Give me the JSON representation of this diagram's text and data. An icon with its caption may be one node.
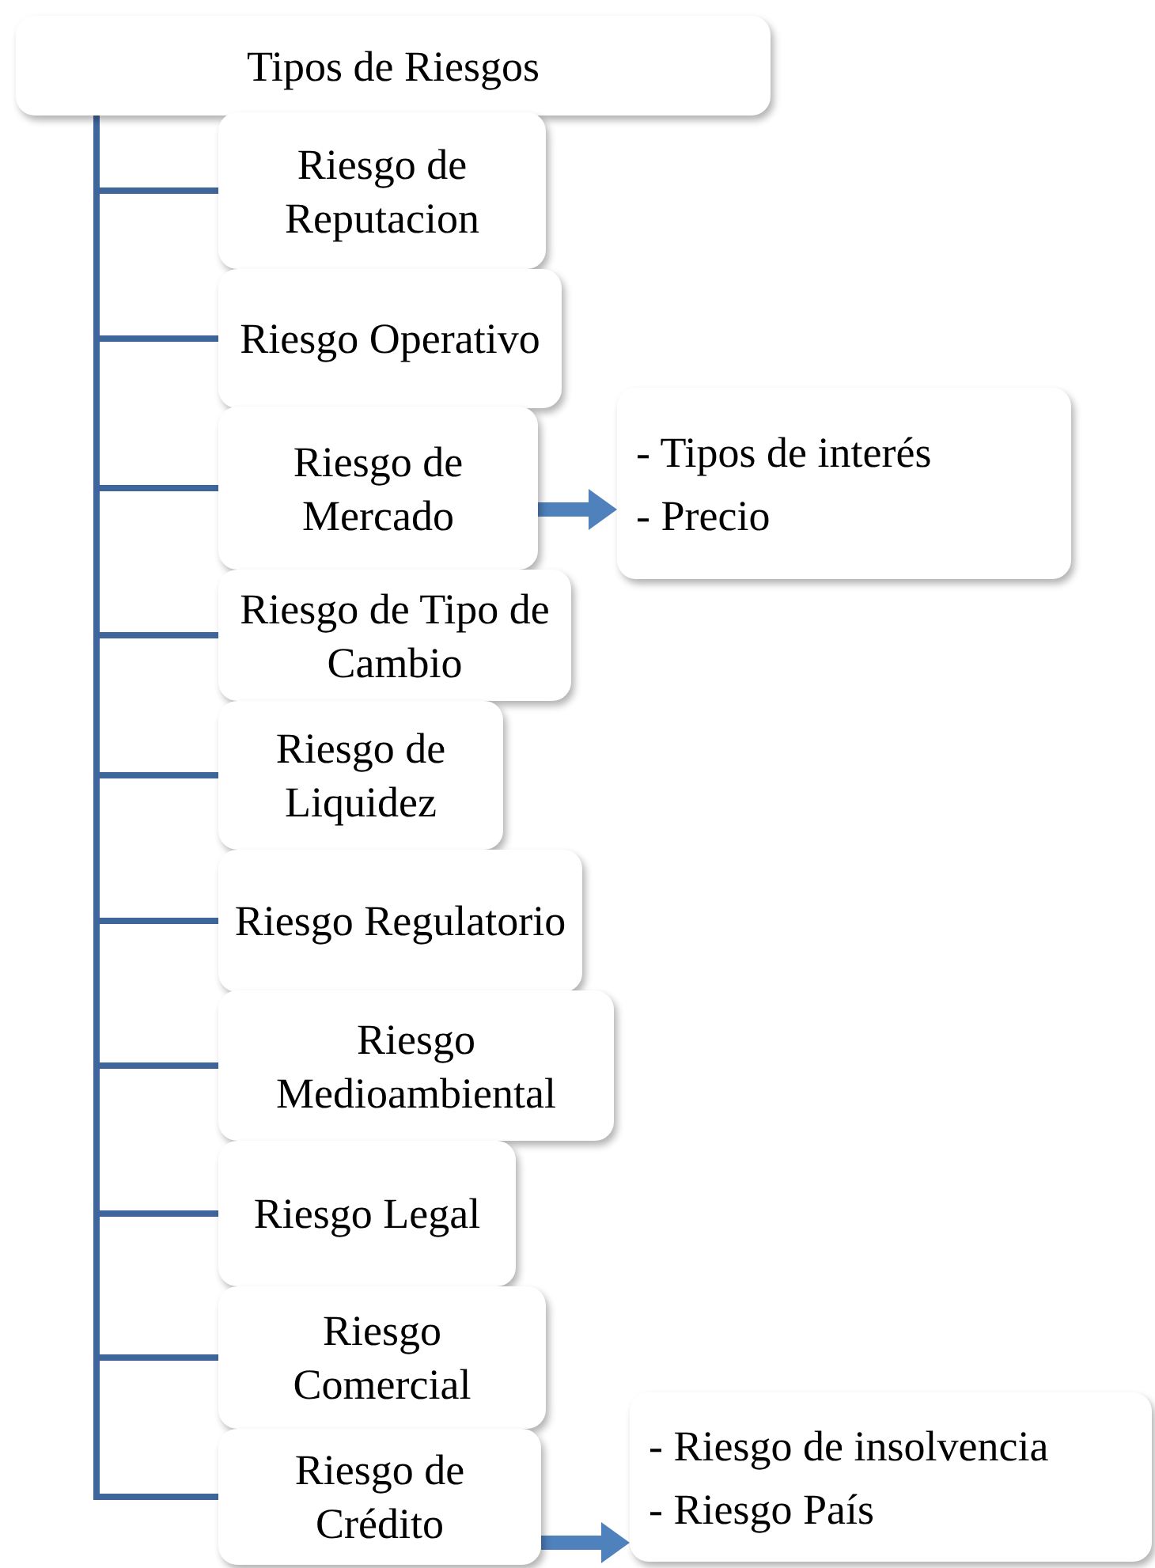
{
  "diagram": {
    "nodes": [
      {
        "text": [
          "Tipos de Riesgos"
        ]
      },
      {
        "text": [
          "Riesgo de Reputacion"
        ]
      },
      {
        "text": [
          "Riesgo Operativo"
        ]
      },
      {
        "text": [
          "Riesgo de Mercado"
        ]
      },
      {
        "text": [
          "Riesgo de Tipo de Cambio"
        ]
      },
      {
        "text": [
          "Riesgo de Liquidez"
        ]
      },
      {
        "text": [
          "Riesgo Regulatorio"
        ]
      },
      {
        "text": [
          "Riesgo Medioambiental"
        ]
      },
      {
        "text": [
          "Riesgo Legal"
        ]
      },
      {
        "text": [
          "Riesgo Comercial"
        ]
      },
      {
        "text": [
          "Riesgo de Crédito"
        ]
      },
      {
        "text": [
          "- Tipos de interés",
          "- Precio"
        ]
      },
      {
        "text": [
          "- Riesgo de insolvencia",
          "- Riesgo País"
        ]
      }
    ],
    "edges": [
      {
        "from": 0,
        "to": 1,
        "arrow": "none"
      },
      {
        "from": 0,
        "to": 2,
        "arrow": "none"
      },
      {
        "from": 0,
        "to": 3,
        "arrow": "none"
      },
      {
        "from": 0,
        "to": 4,
        "arrow": "none"
      },
      {
        "from": 0,
        "to": 5,
        "arrow": "none"
      },
      {
        "from": 0,
        "to": 6,
        "arrow": "none"
      },
      {
        "from": 0,
        "to": 7,
        "arrow": "none"
      },
      {
        "from": 0,
        "to": 8,
        "arrow": "none"
      },
      {
        "from": 0,
        "to": 9,
        "arrow": "none"
      },
      {
        "from": 0,
        "to": 10,
        "arrow": "none"
      },
      {
        "from": 3,
        "to": 11,
        "arrow": "to",
        "style": "thick",
        "color": "#4f81bd"
      },
      {
        "from": 10,
        "to": 12,
        "arrow": "to",
        "style": "thick",
        "color": "#4f81bd"
      }
    ]
  }
}
